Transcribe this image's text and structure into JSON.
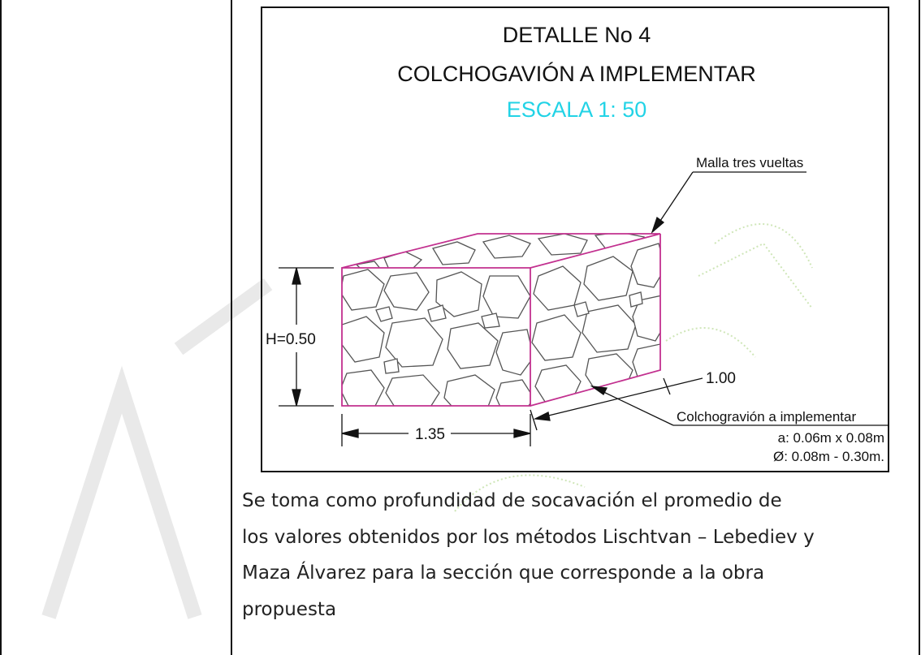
{
  "figure": {
    "title": "DETALLE No 4",
    "subtitle": "COLCHOGAVIÓN A IMPLEMENTAR",
    "scale": "ESCALA  1: 50",
    "label_mesh": "Malla tres vueltas",
    "label_height": "H=0.50",
    "label_length": "1.35",
    "label_width": "1.00",
    "label_gabion": "Colchogravión a implementar",
    "label_spec_a": "a: 0.06m x 0.08m",
    "label_spec_d": "Ø: 0.08m - 0.30m.",
    "colors": {
      "box_edge": "#c2308f",
      "scale_text": "#22d3e6",
      "stone": "#555555"
    }
  },
  "paragraph": {
    "lines": [
      "Se toma como profundidad de socavación el promedio de",
      "los valores obtenidos por los métodos Lischtvan – Lebediev y",
      "Maza Álvarez para la sección que corresponde a la obra",
      "propuesta"
    ]
  }
}
